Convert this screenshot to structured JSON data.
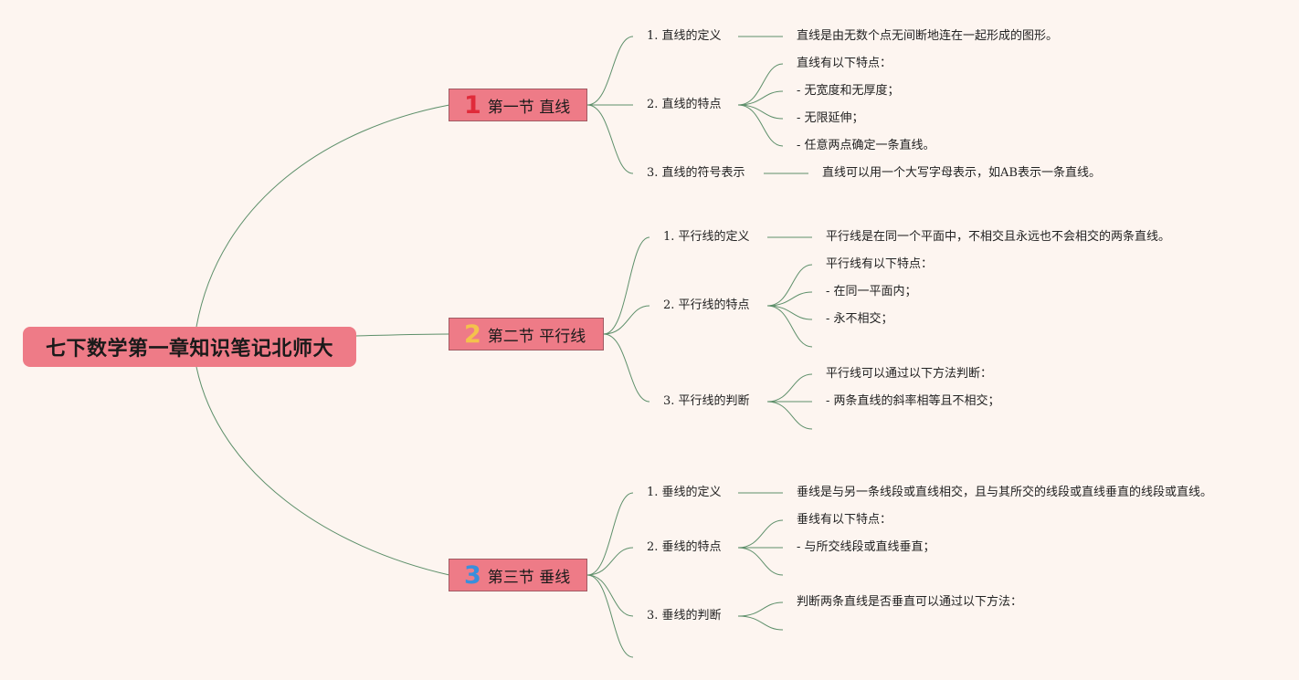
{
  "root": {
    "title": "七下数学第一章知识笔记北师大"
  },
  "sections": [
    {
      "number": "1",
      "label": "第一节 直线",
      "items": [
        {
          "label": "1. 直线的定义",
          "leaves": [
            "直线是由无数个点无间断地连在一起形成的图形。"
          ]
        },
        {
          "label": "2. 直线的特点",
          "leaves": [
            "直线有以下特点：",
            "- 无宽度和无厚度；",
            "- 无限延伸；",
            "- 任意两点确定一条直线。"
          ]
        },
        {
          "label": "3. 直线的符号表示",
          "leaves": [
            "直线可以用一个大写字母表示，如AB表示一条直线。"
          ]
        }
      ]
    },
    {
      "number": "2",
      "label": "第二节 平行线",
      "items": [
        {
          "label": "1. 平行线的定义",
          "leaves": [
            "平行线是在同一个平面中，不相交且永远也不会相交的两条直线。"
          ]
        },
        {
          "label": "2. 平行线的特点",
          "leaves": [
            "平行线有以下特点：",
            "- 在同一平面内；",
            "- 永不相交；",
            ""
          ]
        },
        {
          "label": "3. 平行线的判断",
          "leaves": [
            "平行线可以通过以下方法判断：",
            "- 两条直线的斜率相等且不相交；",
            ""
          ]
        }
      ]
    },
    {
      "number": "3",
      "label": "第三节 垂线",
      "items": [
        {
          "label": "1. 垂线的定义",
          "leaves": [
            "垂线是与另一条线段或直线相交，且与其所交的线段或直线垂直的线段或直线。"
          ]
        },
        {
          "label": "2. 垂线的特点",
          "leaves": [
            "垂线有以下特点：",
            "- 与所交线段或直线垂直；",
            ""
          ]
        },
        {
          "label": "3. 垂线的判断",
          "leaves": [
            "判断两条直线是否垂直可以通过以下方法：",
            ""
          ]
        },
        {
          "label": "",
          "leaves": []
        }
      ]
    }
  ],
  "colors": {
    "background": "#fdf5f0",
    "node_fill": "#ee7b87",
    "connector": "#5d8f6a",
    "num_1": "#e02b3a",
    "num_2": "#f4c24c",
    "num_3": "#3a8fdc"
  }
}
